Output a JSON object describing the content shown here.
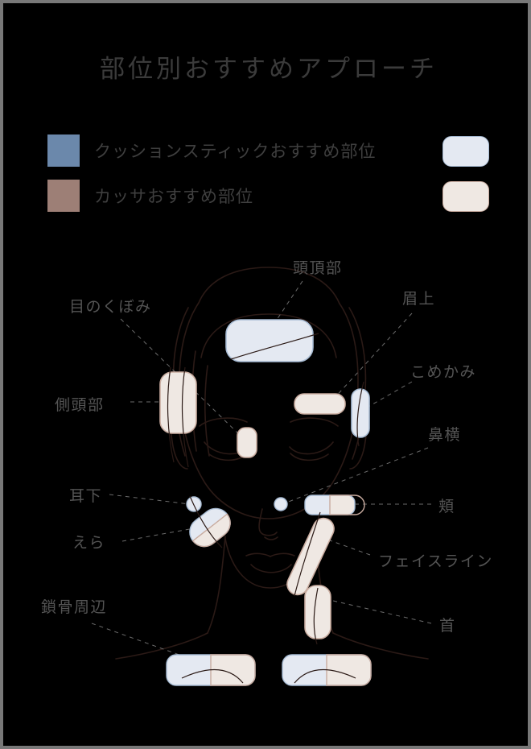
{
  "page": {
    "title": "部位別おすすめアプローチ",
    "background_color": "#000000",
    "border_color": "#787878",
    "title_color": "#3b3b3b",
    "label_color": "#545454"
  },
  "legend": {
    "items": [
      {
        "label": "クッションスティックおすすめ部位",
        "swatch_color": "#6b88ab",
        "sample_fill": "#e4e9f2",
        "sample_stroke": "#a8bcd4"
      },
      {
        "label": "カッサおすすめ部位",
        "swatch_color": "#9d7f76",
        "sample_fill": "#efe8e3",
        "sample_stroke": "#c9aca0"
      }
    ]
  },
  "diagram": {
    "face_stroke": "#2b1a16",
    "leader_color": "#6b6b6b",
    "zones": [
      {
        "name": "頭頂部",
        "type": "cushion",
        "shape": "rounded-rect"
      },
      {
        "name": "目のくぼみ",
        "type": "kassa",
        "shape": "rounded-rect"
      },
      {
        "name": "眉上",
        "type": "kassa",
        "shape": "pill"
      },
      {
        "name": "側頭部",
        "type": "kassa",
        "shape": "rounded-rect"
      },
      {
        "name": "こめかみ",
        "type": "cushion",
        "shape": "pill"
      },
      {
        "name": "鼻横",
        "type": "cushion",
        "shape": "dot"
      },
      {
        "name": "頬",
        "type": "both",
        "shape": "split-pill"
      },
      {
        "name": "耳下",
        "type": "cushion",
        "shape": "dot"
      },
      {
        "name": "えら",
        "type": "both",
        "shape": "split-pill-rotated"
      },
      {
        "name": "フェイスライン",
        "type": "kassa",
        "shape": "pill-rotated"
      },
      {
        "name": "首",
        "type": "kassa",
        "shape": "rounded-rect"
      },
      {
        "name": "鎖骨周辺",
        "type": "both",
        "shape": "split-pill-pair"
      }
    ],
    "labels": {
      "crown": "頭頂部",
      "eye_hollow": "目のくぼみ",
      "brow": "眉上",
      "temple_side": "側頭部",
      "temple": "こめかみ",
      "nose_side": "鼻横",
      "cheek": "頬",
      "under_ear": "耳下",
      "jaw_angle": "えら",
      "face_line": "フェイスライン",
      "neck": "首",
      "clavicle": "鎖骨周辺"
    }
  }
}
